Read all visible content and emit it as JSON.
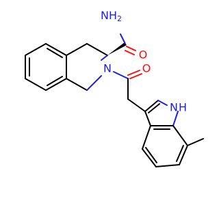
{
  "colors": {
    "carbon_bond": "#000000",
    "nitrogen": "#1c1cf0",
    "oxygen": "#ff0d0d",
    "background": "#ffffff"
  },
  "atoms": {
    "amide_n": "NH2",
    "amide_n_main": "N",
    "amide_n_h": "H",
    "amide_n_sub": "2",
    "amide_o": "O",
    "ring_n": "N",
    "acyl_o": "O",
    "indole_n": "N",
    "indole_h": "H"
  },
  "stereo": {
    "c3": "wedge"
  }
}
